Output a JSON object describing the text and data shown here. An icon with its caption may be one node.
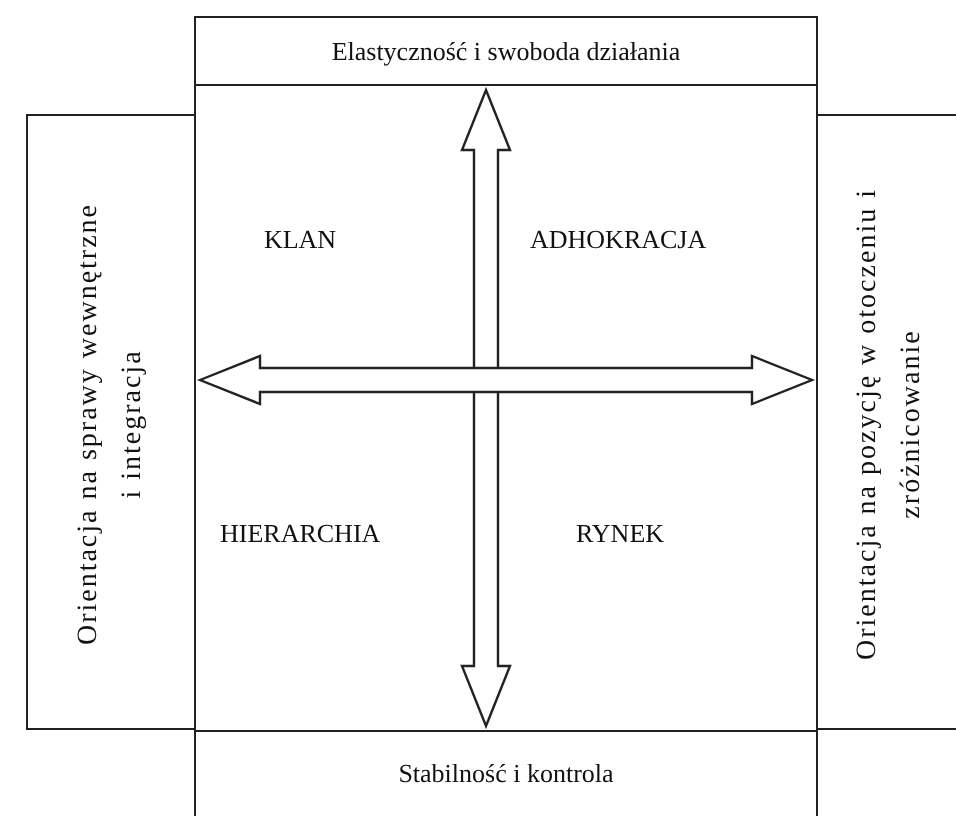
{
  "diagram": {
    "nodes": [
      {
        "text": [
          "Elastyczność i swoboda działania"
        ]
      },
      {
        "text": [
          "Orientacja na sprawy wewnętrzne i integracja"
        ]
      },
      {
        "text": [],
        "shape": "box"
      },
      {
        "text": [
          "Orientacja na pozycję w otoczeniu i zróżnicowanie"
        ]
      },
      {
        "text": [
          "Stabilność i kontrola"
        ]
      }
    ],
    "edges": [
      {
        "from": 0,
        "to": 4,
        "arrow": "both"
      },
      {
        "from": 1,
        "to": 3,
        "arrow": "both"
      }
    ],
    "labels": [
      "KLAN",
      "ADHOKRACJA",
      "HIERARCHIA",
      "RYNEK"
    ]
  }
}
